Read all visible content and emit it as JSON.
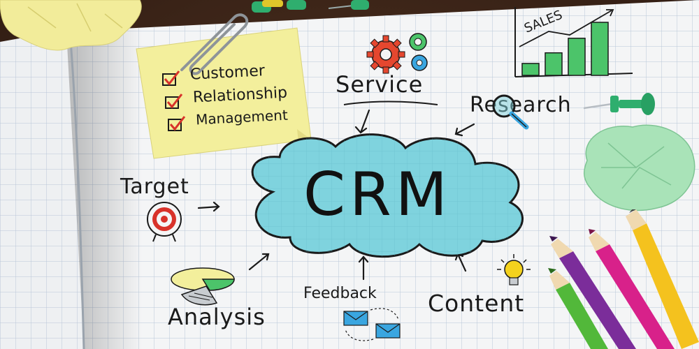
{
  "sticky_note": {
    "lines": [
      "Customer",
      "Relationship",
      "Management"
    ]
  },
  "center": {
    "text": "CRM"
  },
  "topics": {
    "service": "Service",
    "research": "Research",
    "target": "Target",
    "analysis": "Analysis",
    "feedback": "Feedback",
    "content": "Content"
  },
  "sales_chart": {
    "title": "SALES",
    "bar_levels": [
      0.18,
      0.34,
      0.56,
      0.8
    ]
  },
  "colors": {
    "cloud_fill": "#7fd3de",
    "cloud_stroke": "#1a1a1a",
    "sticky": "#f3ef9c",
    "bar_green": "#4cc46a",
    "check_red": "#d8322a",
    "pushpin_green": "#2fae6e",
    "crumpled_green": "#a9e3b8",
    "crumpled_yellow": "#f2ec9a",
    "pencil_yellow": "#f4c21e",
    "pencil_magenta": "#d8218a",
    "pencil_purple": "#7b2d9a",
    "pencil_green": "#52b83a"
  },
  "icons": [
    "gear-icon",
    "magnifier-icon",
    "target-icon",
    "pie-chart-icon",
    "envelope-icon",
    "lightbulb-icon",
    "checkbox-icon",
    "paperclip-icon",
    "pushpin-icon",
    "pencil-icon"
  ]
}
